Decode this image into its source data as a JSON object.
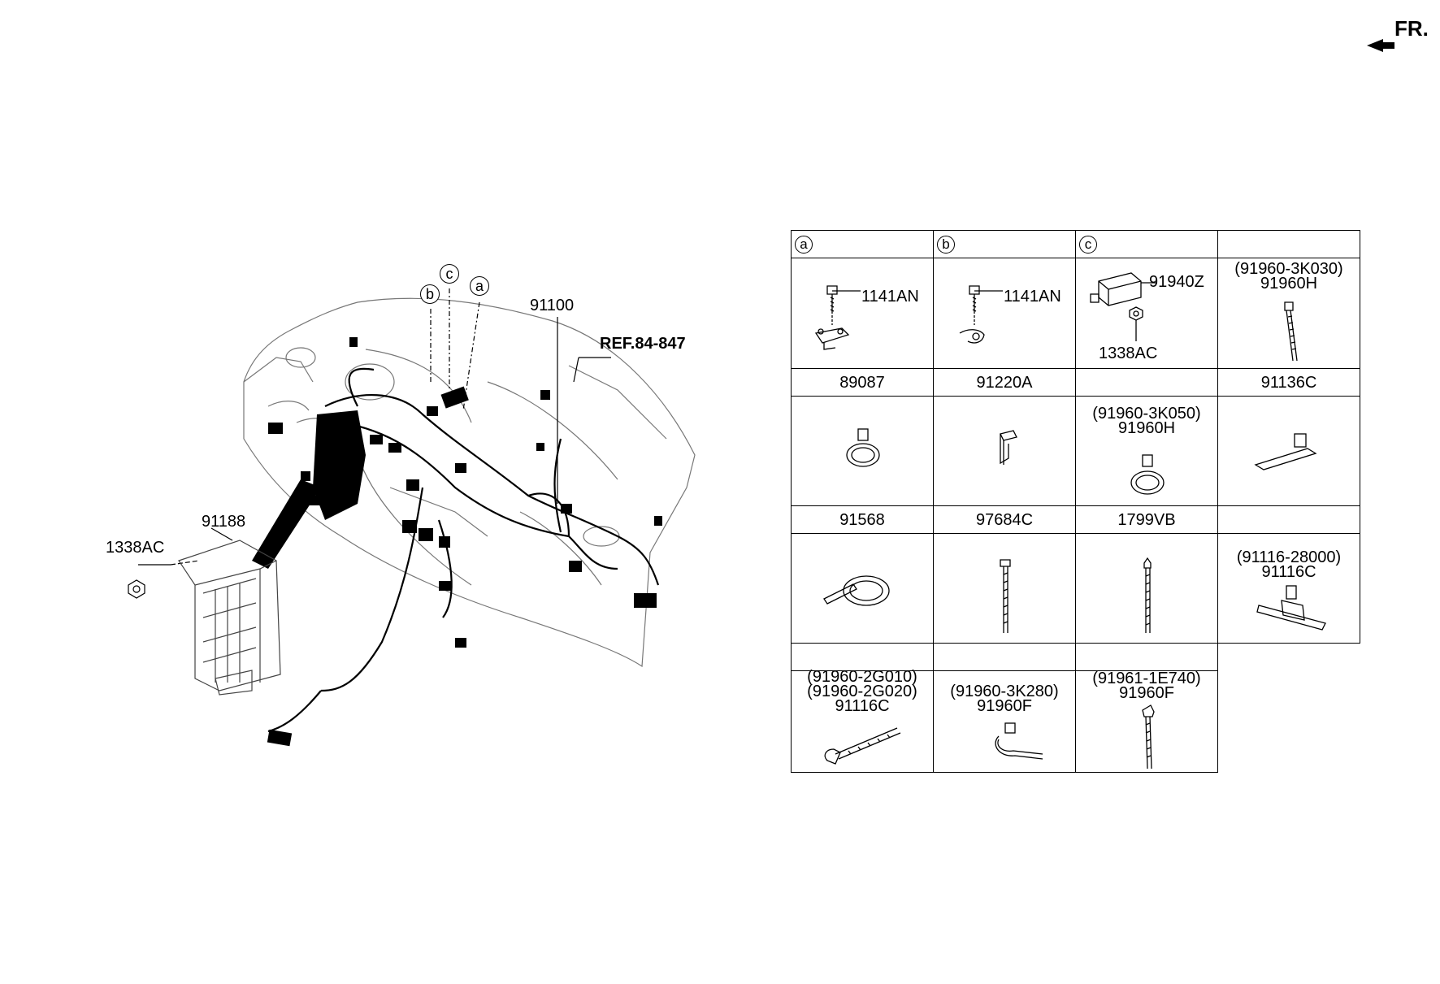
{
  "direction": {
    "label": "FR."
  },
  "main_labels": {
    "harness": "91100",
    "ref": "REF.84-847",
    "junction_box": "91188",
    "nut": "1338AC"
  },
  "callouts": [
    "a",
    "b",
    "c"
  ],
  "parts_table": {
    "cells": [
      {
        "id": "r1c1",
        "header": "a",
        "lines": [
          "1141AN"
        ]
      },
      {
        "id": "r1c2",
        "header": "b",
        "lines": [
          "1141AN"
        ]
      },
      {
        "id": "r1c3",
        "header": "c",
        "lines": [
          "91940Z",
          "1338AC"
        ]
      },
      {
        "id": "r1c4",
        "header": "",
        "lines": [
          "(91960-3K030)",
          "91960H"
        ]
      },
      {
        "id": "r2c1",
        "header": "89087",
        "lines": []
      },
      {
        "id": "r2c2",
        "header": "91220A",
        "lines": []
      },
      {
        "id": "r2c3",
        "header": "",
        "lines": [
          "(91960-3K050)",
          "91960H"
        ]
      },
      {
        "id": "r2c4",
        "header": "91136C",
        "lines": []
      },
      {
        "id": "r3c1",
        "header": "91568",
        "lines": []
      },
      {
        "id": "r3c2",
        "header": "97684C",
        "lines": []
      },
      {
        "id": "r3c3",
        "header": "1799VB",
        "lines": []
      },
      {
        "id": "r3c4",
        "header": "",
        "lines": [
          "(91116-28000)",
          "91116C"
        ]
      },
      {
        "id": "r4c1",
        "header": "",
        "lines": [
          "(91960-2G010)",
          "(91960-2G020)",
          "91116C"
        ]
      },
      {
        "id": "r4c2",
        "header": "",
        "lines": [
          "(91960-3K280)",
          "91960F"
        ]
      },
      {
        "id": "r4c3",
        "header": "",
        "lines": [
          "(91961-1E740)",
          "91960F"
        ]
      }
    ]
  }
}
